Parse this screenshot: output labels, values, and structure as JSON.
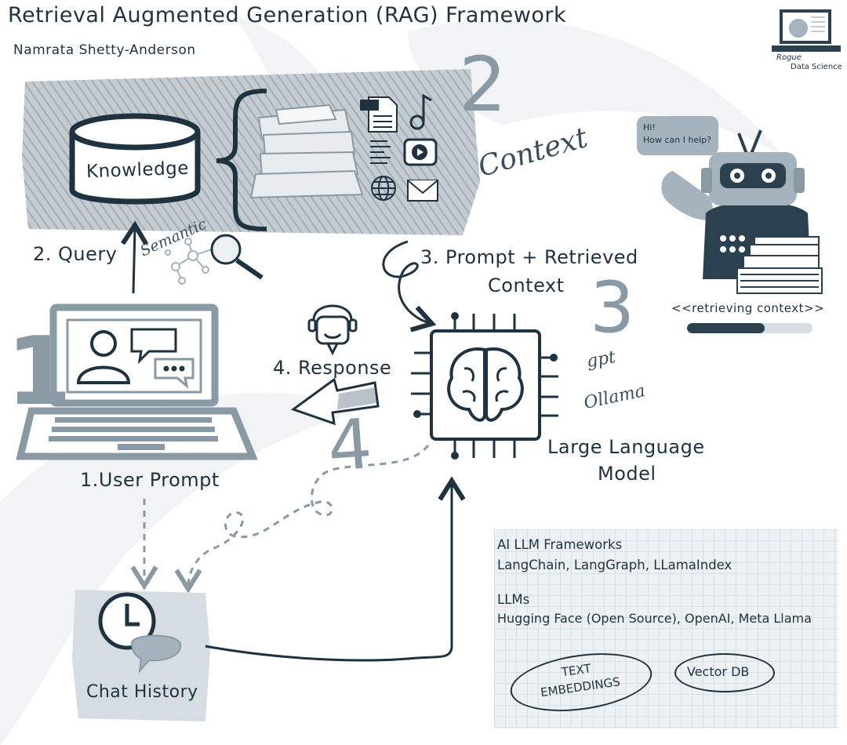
{
  "title": "Retrieval Augmented Generation (RAG) Framework",
  "author": "Namrata Shetty-Anderson",
  "logo": {
    "line1": "Rogue",
    "line2": "Data Science"
  },
  "steps": {
    "one": "1",
    "two": "2",
    "three": "3",
    "four": "4"
  },
  "knowledge": "Knowledge",
  "context_label": "Context",
  "semantic_label": "Semantic",
  "query_label": "2. Query",
  "user_prompt_label": "1.User Prompt",
  "prompt_context_line1": "3. Prompt + Retrieved",
  "prompt_context_line2": "Context",
  "response_label": "4. Response",
  "llm_line1": "Large Language",
  "llm_line2": "Model",
  "model_names": [
    "gpt",
    "Ollama"
  ],
  "chat_history_label": "Chat History",
  "robot": {
    "speech_line1": "Hi!",
    "speech_line2": "How can I help?",
    "status": "<<retrieving context>>",
    "progress": 0.62
  },
  "doc_icons": [
    "pdf-file-icon",
    "music-note-icon",
    "text-document-icon",
    "video-play-icon",
    "globe-icon",
    "mail-icon"
  ],
  "panel": {
    "frameworks_heading": "AI LLM Frameworks",
    "frameworks": "LangChain, LangGraph, LLamaIndex",
    "llms_heading": "LLMs",
    "llms": "Hugging Face (Open Source), OpenAI, Meta Llama",
    "embeddings_line1": "TEXT",
    "embeddings_line2": "EMBEDDINGS",
    "vector_db": "Vector DB"
  },
  "colors": {
    "ink": "#1e3240",
    "slate": "#8a9aa5",
    "hatch": "#b7c0c7",
    "panel": "#eef1f3",
    "light": "#a4b3bd"
  }
}
